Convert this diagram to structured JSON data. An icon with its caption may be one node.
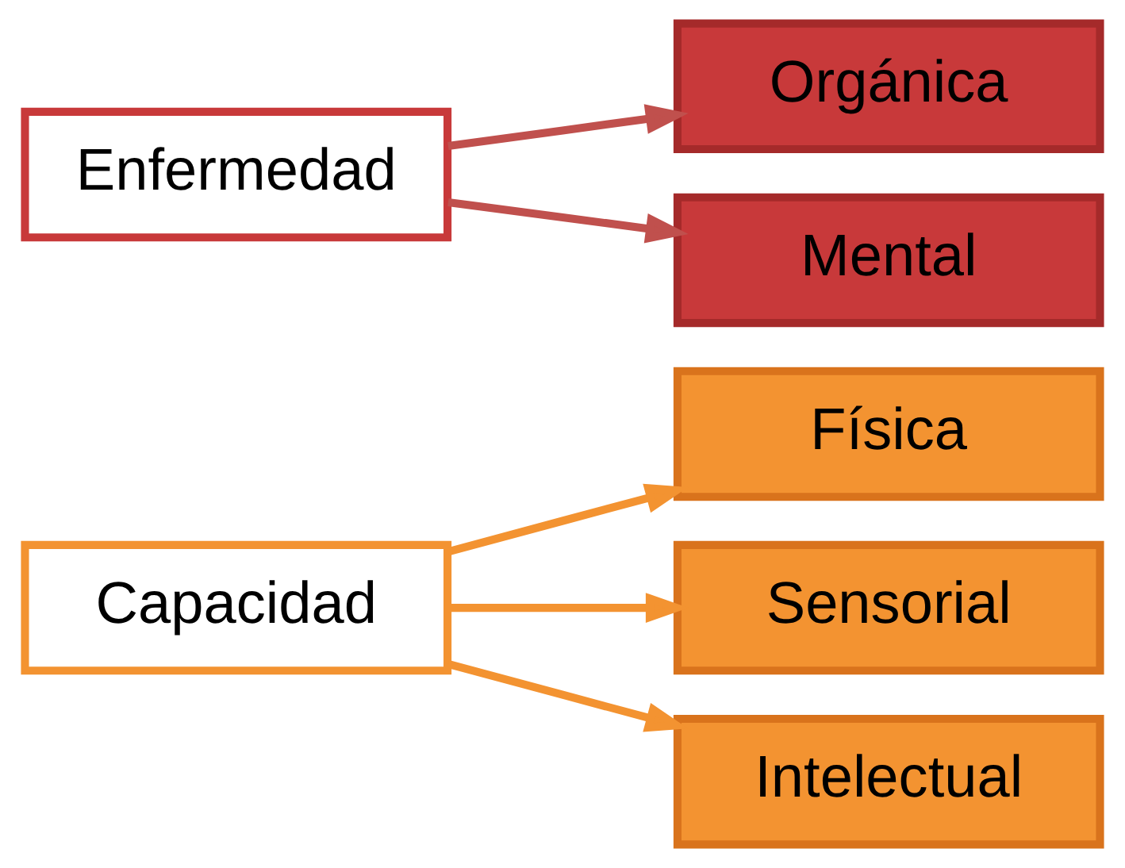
{
  "diagram": {
    "nodes": [
      {
        "text": [
          "Capacidad"
        ]
      },
      {
        "text": [
          "Física"
        ]
      },
      {
        "text": [
          "Sensorial"
        ]
      },
      {
        "text": [
          "Intelectual"
        ]
      },
      {
        "text": [
          "Enfermedad"
        ]
      },
      {
        "text": [
          "Orgánica"
        ]
      },
      {
        "text": [
          "Mental"
        ]
      }
    ],
    "edges": [
      {
        "from": 0,
        "to": 1,
        "arrow": "to"
      },
      {
        "from": 0,
        "to": 2,
        "arrow": "to"
      },
      {
        "from": 0,
        "to": 3,
        "arrow": "to"
      },
      {
        "from": 4,
        "to": 5,
        "arrow": "to",
        "color": "#c0504d"
      },
      {
        "from": 4,
        "to": 6,
        "arrow": "to",
        "color": "#c0504d"
      }
    ]
  }
}
